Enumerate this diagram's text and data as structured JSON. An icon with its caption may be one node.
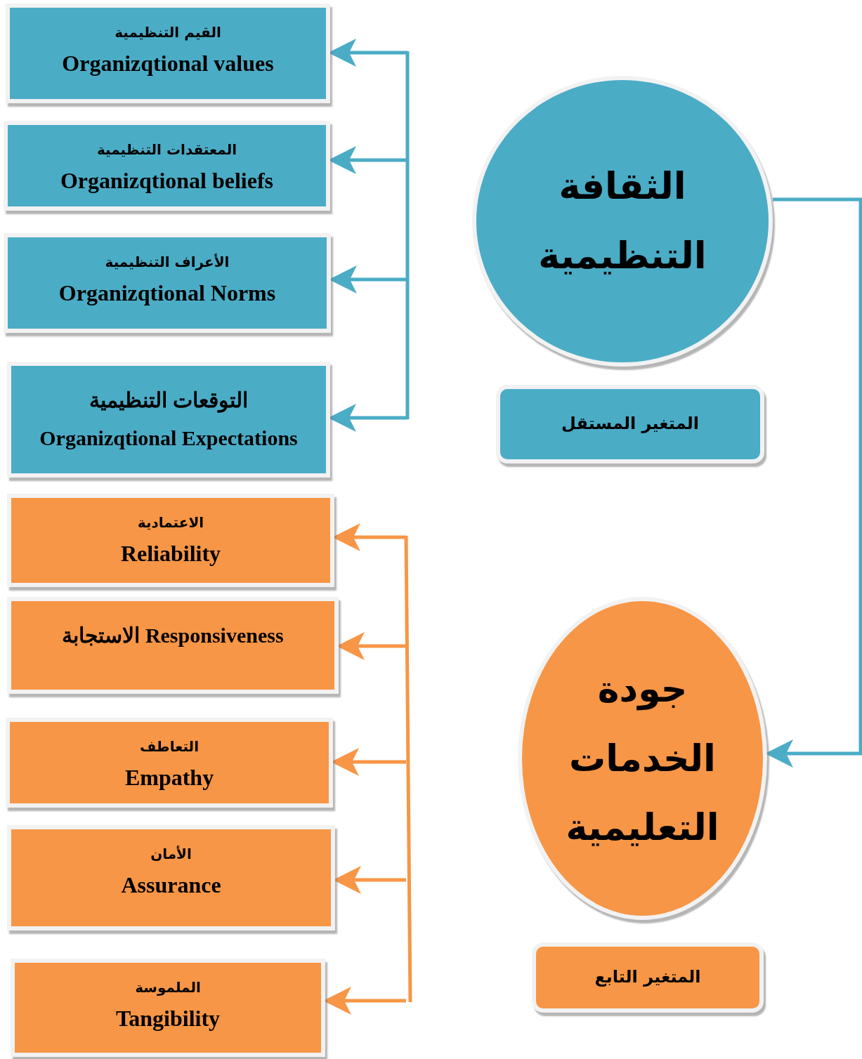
{
  "diagram": {
    "nodes": [
      {
        "text": [
          "الثقافة التنظيمية"
        ]
      },
      {
        "text": [
          "المتغير المستقل"
        ]
      },
      {
        "text": [
          "القيم التنظيمية",
          "Organizqtional values"
        ]
      },
      {
        "text": [
          "المعتقدات التنظيمية",
          "Organizqtional beliefs"
        ]
      },
      {
        "text": [
          "الأعراف التنظيمية",
          "Organizqtional Norms"
        ]
      },
      {
        "text": [
          "التوقعات التنظيمية Organizqtional Expectations"
        ]
      },
      {
        "text": [
          "الاعتمادية",
          "Reliability"
        ]
      },
      {
        "text": [
          "الاستجابة Responsiveness"
        ]
      },
      {
        "text": [
          "التعاطف",
          "Empathy"
        ]
      },
      {
        "text": [
          "الأمان",
          "Assurance"
        ]
      },
      {
        "text": [
          "الملموسة",
          "Tangibility"
        ]
      },
      {
        "text": [
          "جودة الخدمات التعليمية"
        ]
      },
      {
        "text": [
          "المتغير التابع"
        ]
      }
    ],
    "edges": [
      {
        "from": 0,
        "to": 11,
        "arrow": "to",
        "color": "#4bacc6"
      },
      {
        "from": null,
        "to": 2,
        "arrow": "to",
        "color": "#4bacc6"
      },
      {
        "from": null,
        "to": 3,
        "arrow": "to",
        "color": "#4bacc6"
      },
      {
        "from": null,
        "to": 4,
        "arrow": "to",
        "color": "#4bacc6"
      },
      {
        "from": null,
        "to": 5,
        "arrow": "to",
        "color": "#4bacc6"
      },
      {
        "from": null,
        "to": 6,
        "arrow": "to",
        "color": "#f79646"
      },
      {
        "from": null,
        "to": 7,
        "arrow": "to",
        "color": "#f79646"
      },
      {
        "from": null,
        "to": 8,
        "arrow": "to",
        "color": "#f79646"
      },
      {
        "from": null,
        "to": 9,
        "arrow": "to",
        "color": "#f79646"
      },
      {
        "from": null,
        "to": 10,
        "arrow": "to",
        "color": "#f79646"
      }
    ]
  }
}
